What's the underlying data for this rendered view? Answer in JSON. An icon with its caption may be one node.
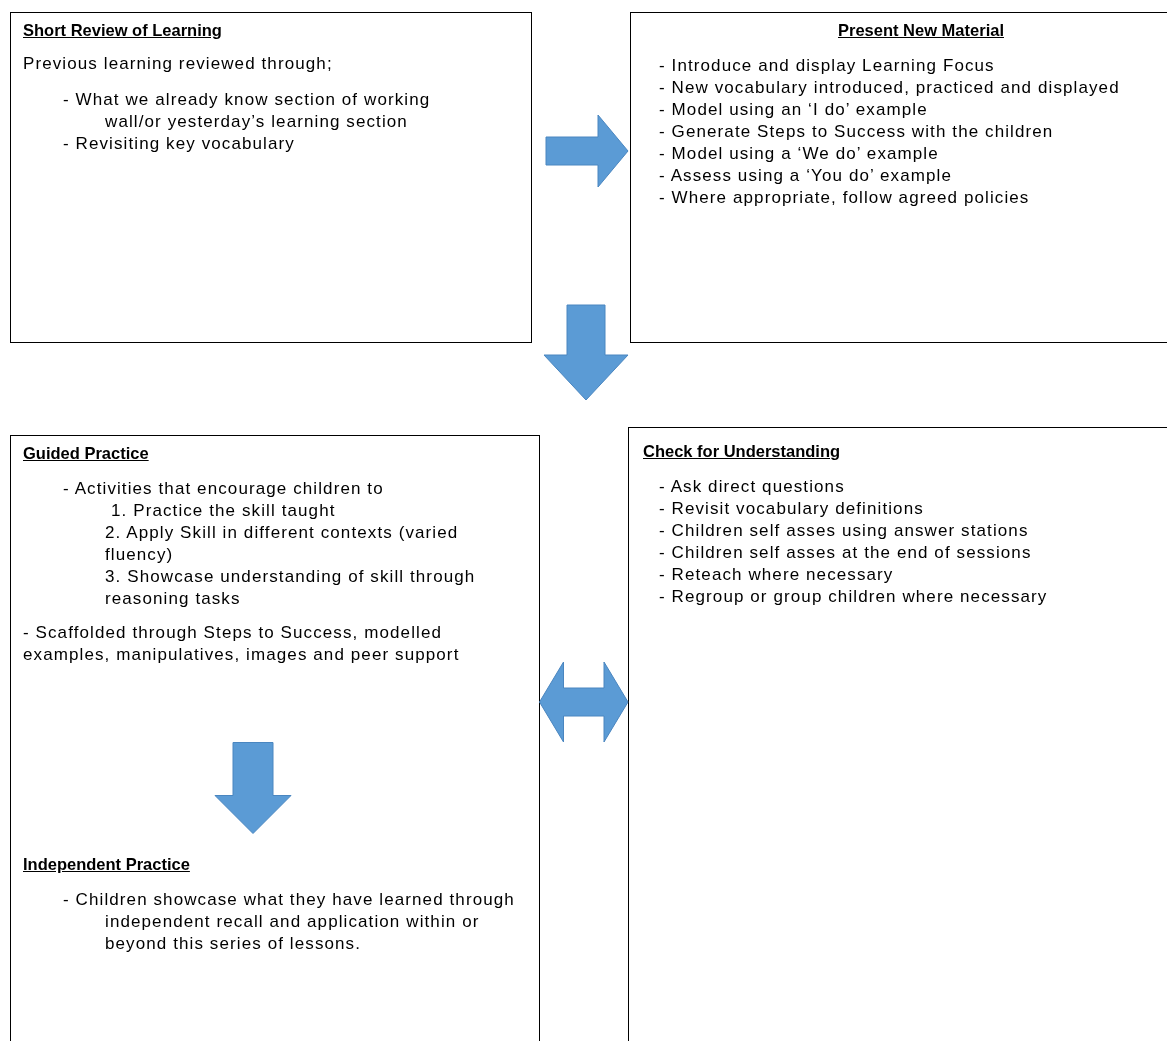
{
  "diagram": {
    "nodes": [
      {
        "text": [
          "Short Review of Learning",
          "Previous learning reviewed through;",
          "- What we already know section of working wall/or yesterday’s learning section",
          "- Revisiting key vocabulary"
        ]
      },
      {
        "text": [
          "Present New Material",
          "- Introduce and display Learning Focus",
          "- New vocabulary introduced, practiced and displayed",
          "- Model using an ‘I do’ example",
          "- Generate Steps to Success with the children",
          "- Model using a ‘We do’ example",
          "- Assess using a ‘You do’ example",
          "- Where appropriate, follow agreed policies"
        ]
      },
      {
        "text": [],
        "shape": "box"
      },
      {
        "text": [
          "Guided Practice",
          "- Activities that encourage children to",
          "1. Practice the skill taught",
          "2. Apply Skill in different contexts (varied fluency)",
          "3. Showcase understanding of skill through reasoning tasks",
          "- Scaffolded through Steps to Success, modelled examples, manipulatives, images and peer support"
        ],
        "in": 2
      },
      {
        "text": [
          "Independent Practice",
          "- Children showcase what they have learned through independent recall and application within or beyond this series of lessons."
        ],
        "in": 2
      },
      {
        "text": [
          "Check for Understanding",
          "- Ask direct questions",
          "- Revisit vocabulary definitions",
          "- Children self asses using answer stations",
          "- Children self asses at the end of sessions",
          "- Reteach where necessary",
          "- Regroup or group children where necessary"
        ]
      }
    ],
    "edges": [
      {
        "from": 0,
        "to": 1,
        "arrow": "to"
      },
      {
        "from": 1,
        "to": 2,
        "arrow": "to"
      },
      {
        "from": 3,
        "to": 4,
        "arrow": "to"
      },
      {
        "from": 3,
        "to": 5,
        "arrow": "both"
      }
    ]
  }
}
